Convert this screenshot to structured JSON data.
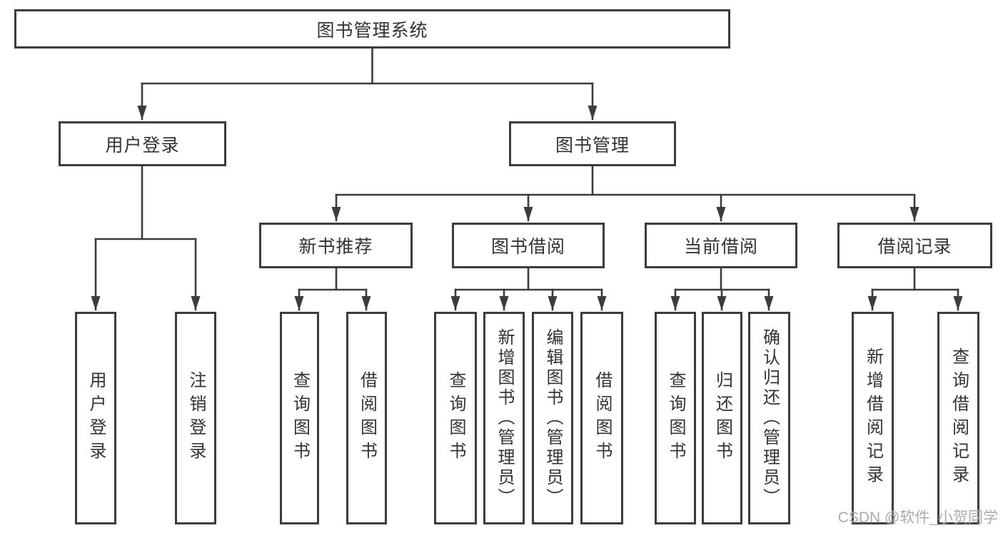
{
  "diagram_title": "图书管理系统",
  "watermark": "CSDN @软件_小贺同学",
  "colors": {
    "line": "#3c3c3c",
    "text": "#333333",
    "watermark": "#a3a3a3",
    "background": "#ffffff"
  },
  "nodes": {
    "root": {
      "label": "图书管理系统"
    },
    "level2": [
      {
        "label": "用户登录"
      },
      {
        "label": "图书管理"
      }
    ],
    "level3": [
      {
        "label": "新书推荐",
        "parent": "图书管理"
      },
      {
        "label": "图书借阅",
        "parent": "图书管理"
      },
      {
        "label": "当前借阅",
        "parent": "图书管理"
      },
      {
        "label": "借阅记录",
        "parent": "图书管理"
      }
    ],
    "leaves": [
      {
        "label": "用户登录",
        "parent": "用户登录"
      },
      {
        "label": "注销登录",
        "parent": "用户登录"
      },
      {
        "label": "查询图书",
        "parent": "新书推荐"
      },
      {
        "label": "借阅图书",
        "parent": "新书推荐"
      },
      {
        "label": "查询图书",
        "parent": "图书借阅"
      },
      {
        "label": "新增图书（管理员）",
        "parent": "图书借阅"
      },
      {
        "label": "编辑图书（管理员）",
        "parent": "图书借阅"
      },
      {
        "label": "借阅图书",
        "parent": "图书借阅"
      },
      {
        "label": "查询图书",
        "parent": "当前借阅"
      },
      {
        "label": "归还图书",
        "parent": "当前借阅"
      },
      {
        "label": "确认归还（管理员）",
        "parent": "当前借阅"
      },
      {
        "label": "新增借阅记录",
        "parent": "借阅记录"
      },
      {
        "label": "查询借阅记录",
        "parent": "借阅记录"
      }
    ]
  }
}
